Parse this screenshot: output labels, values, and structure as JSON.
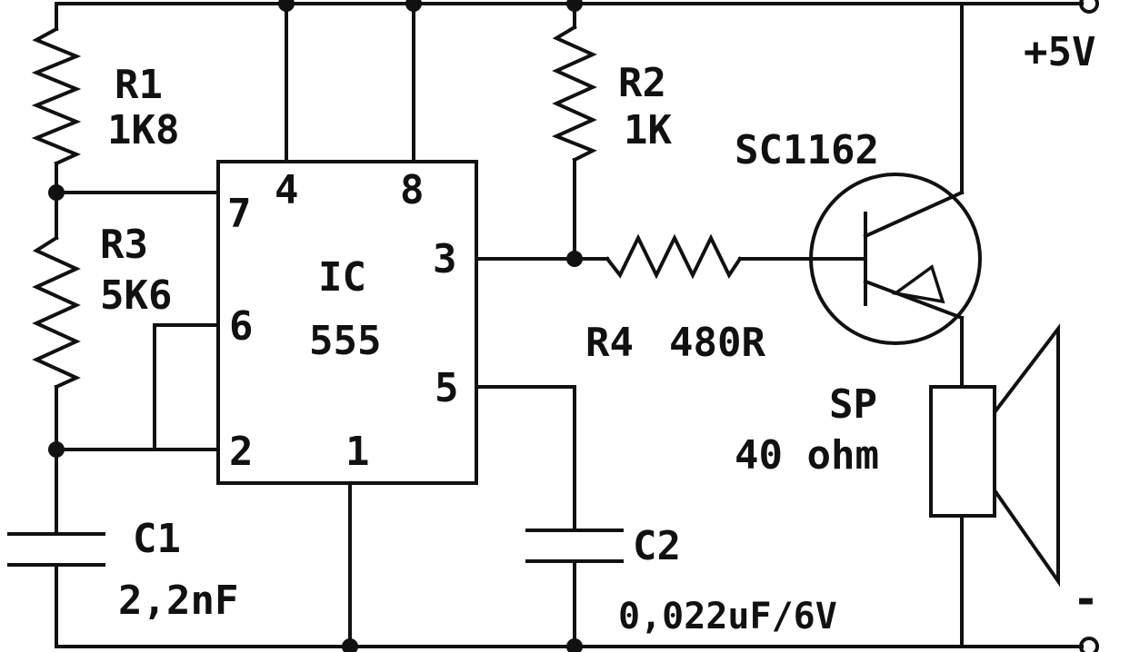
{
  "supply": {
    "positive_label": "+5V",
    "negative_label": "-"
  },
  "ic": {
    "name": "IC",
    "part": "555",
    "pins": {
      "p1": "1",
      "p2": "2",
      "p3": "3",
      "p4": "4",
      "p5": "5",
      "p6": "6",
      "p7": "7",
      "p8": "8"
    }
  },
  "r1": {
    "name": "R1",
    "value": "1K8"
  },
  "r2": {
    "name": "R2",
    "value": "1K"
  },
  "r3": {
    "name": "R3",
    "value": "5K6"
  },
  "r4": {
    "name": "R4",
    "value": "480R"
  },
  "c1": {
    "name": "C1",
    "value": "2,2nF"
  },
  "c2": {
    "name": "C2",
    "value": "0,022uF/6V"
  },
  "transistor": {
    "part": "SC1162"
  },
  "speaker": {
    "name": "SP",
    "value": "40 ohm"
  }
}
